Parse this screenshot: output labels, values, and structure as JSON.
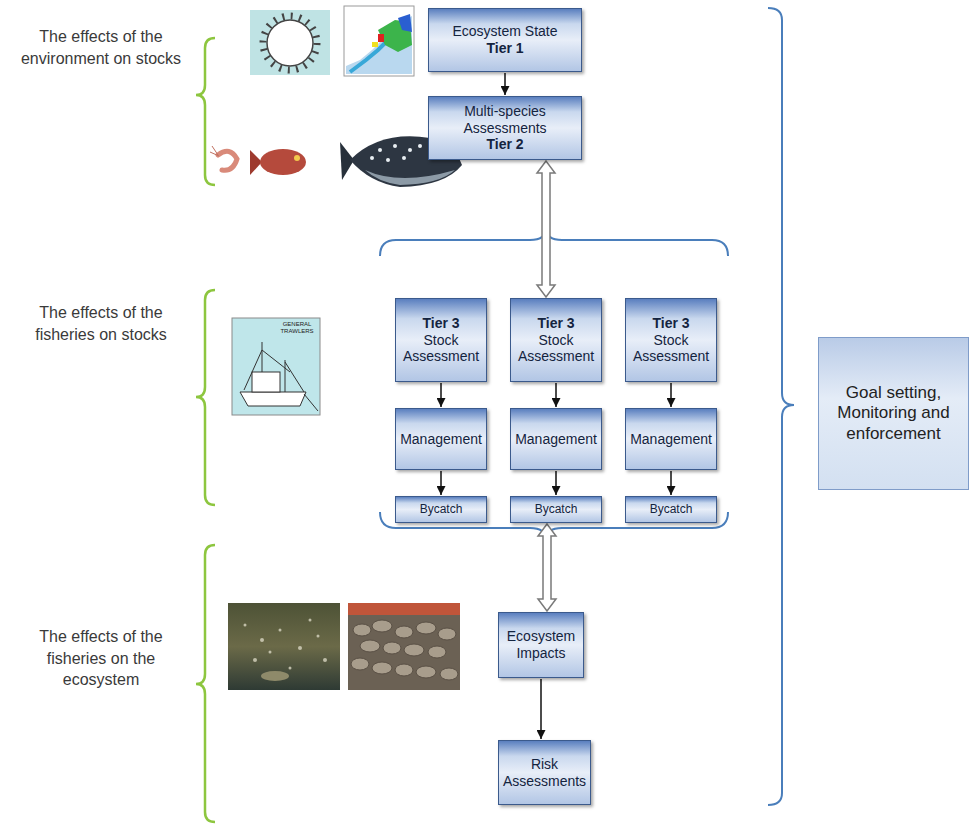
{
  "diagram": {
    "nodes": [
      {
        "text": [
          "Ecosystem State",
          "Tier 1"
        ]
      },
      {
        "text": [
          "Multi-species Assessments",
          "Tier 2"
        ]
      },
      {
        "text": [
          "Tier 3",
          "Stock Assessment"
        ]
      },
      {
        "text": [
          "Tier 3",
          "Stock Assessment"
        ]
      },
      {
        "text": [
          "Tier 3",
          "Stock Assessment"
        ]
      },
      {
        "text": [
          "Management"
        ]
      },
      {
        "text": [
          "Management"
        ]
      },
      {
        "text": [
          "Management"
        ]
      },
      {
        "text": [
          "Bycatch"
        ]
      },
      {
        "text": [
          "Bycatch"
        ]
      },
      {
        "text": [
          "Bycatch"
        ]
      },
      {
        "text": [
          "Ecosystem Impacts"
        ]
      },
      {
        "text": [
          "Risk Assessments"
        ]
      },
      {
        "text": [
          "Goal setting, Monitoring and enforcement"
        ]
      }
    ],
    "edges": [
      {
        "from": 0,
        "to": 1,
        "arrow": "to"
      },
      {
        "from": 1,
        "to": 3,
        "arrow": "both"
      },
      {
        "from": 2,
        "to": 5,
        "arrow": "to"
      },
      {
        "from": 3,
        "to": 6,
        "arrow": "to"
      },
      {
        "from": 4,
        "to": 7,
        "arrow": "to"
      },
      {
        "from": 5,
        "to": 8,
        "arrow": "to"
      },
      {
        "from": 6,
        "to": 9,
        "arrow": "to"
      },
      {
        "from": 7,
        "to": 10,
        "arrow": "to"
      },
      {
        "from": 9,
        "to": 11,
        "arrow": "both"
      },
      {
        "from": 11,
        "to": 12,
        "arrow": "to"
      }
    ],
    "labels": [
      "The effects of the environment on stocks",
      "The effects of the fisheries on stocks",
      "The effects of the fisheries on the ecosystem",
      "GENERAL TRAWLERS"
    ]
  }
}
